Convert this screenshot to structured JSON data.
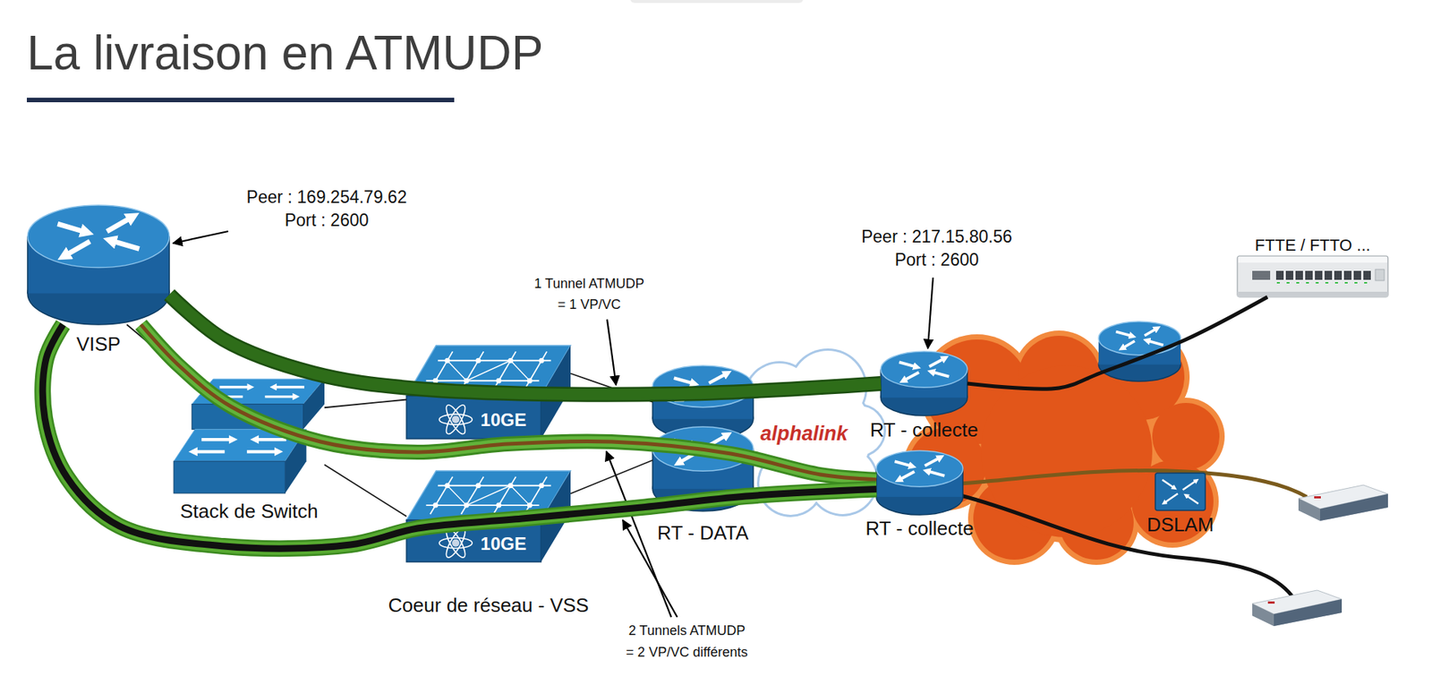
{
  "diagram": {
    "title": "La livraison en ATMUDP",
    "nodes": [
      {
        "text": [
          "VISP"
        ]
      },
      {
        "text": [
          "Stack de Switch"
        ]
      },
      {
        "text": [
          "10GE"
        ]
      },
      {
        "text": [
          "10GE"
        ]
      },
      {
        "text": [
          "RT - DATA"
        ]
      },
      {
        "text": [
          "alphalink"
        ]
      },
      {
        "text": [
          "RT - collecte"
        ]
      },
      {
        "text": [
          "RT - collecte"
        ]
      },
      {
        "text": [
          "DSLAM"
        ]
      },
      {
        "text": [
          "FTTE / FTTO ..."
        ]
      }
    ],
    "edges": [
      {
        "from": 0,
        "to": 1,
        "arrow": "none"
      },
      {
        "from": 1,
        "to": 2,
        "arrow": "none"
      },
      {
        "from": 1,
        "to": 3,
        "arrow": "none"
      },
      {
        "from": 2,
        "to": 4,
        "arrow": "none"
      },
      {
        "from": 3,
        "to": 4,
        "arrow": "none"
      },
      {
        "from": 0,
        "to": 6,
        "arrow": "none"
      },
      {
        "from": 0,
        "to": 7,
        "arrow": "none"
      },
      {
        "from": 0,
        "to": 7,
        "arrow": "none"
      },
      {
        "from": 6,
        "to": 9,
        "arrow": "none"
      }
    ],
    "labels": [
      "Peer : 169.254.79.62 Port : 2600",
      "Peer : 217.15.80.56 Port : 2600",
      "1 Tunnel ATMUDP = 1 VP/VC",
      "Coeur de réseau - VSS",
      "2 Tunnels ATMUDP = 2 VP/VC différents"
    ]
  }
}
